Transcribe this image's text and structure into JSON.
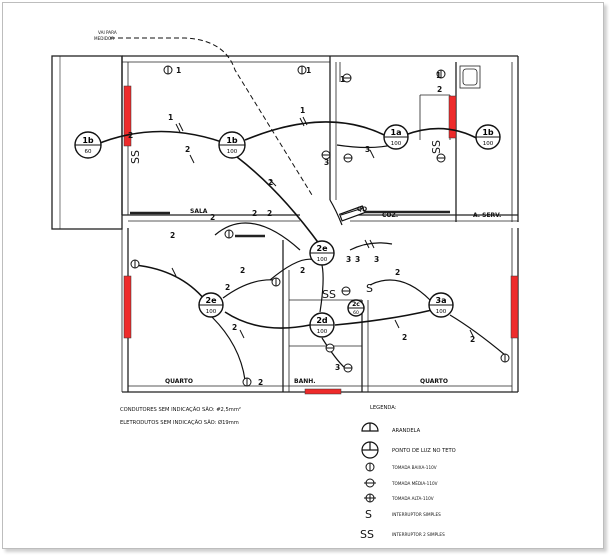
{
  "rooms": {
    "sala": "SALA",
    "coz": "COZ.",
    "a_serv": "A. SERV.",
    "quarto_left": "QUARTO",
    "quarto_right": "QUARTO",
    "banh": "BANH."
  },
  "meter_note": {
    "line1": "VAI PARA",
    "line2": "MEDIDOR"
  },
  "qd_label": "QD",
  "notes": {
    "line1": "CONDUTORES SEM INDICAÇÃO SÃO: #2,5mm²",
    "line2": "ELETRODUTOS SEM INDICAÇÃO SÃO: Ø19mm"
  },
  "legend": {
    "title": "LEGENDA:",
    "items": [
      {
        "symbol": "wall-lamp",
        "label": "ARANDELA"
      },
      {
        "symbol": "ceiling-light",
        "label": "PONTO DE LUZ NO TETO"
      },
      {
        "symbol": "outlet-low",
        "label": "TOMADA BAIXA-110V"
      },
      {
        "symbol": "outlet-mid",
        "label": "TOMADA MÉDIA-110V"
      },
      {
        "symbol": "outlet-high",
        "label": "TOMADA ALTA-110V"
      },
      {
        "symbol": "S",
        "label": "INTERRUPTOR SIMPLES"
      },
      {
        "symbol": "SS",
        "label": "INTERRUPTOR 2 SIMPLES"
      }
    ]
  },
  "fixtures": [
    {
      "id": "sala-left",
      "top": "1b",
      "bottom": "60"
    },
    {
      "id": "sala-center",
      "top": "1b",
      "bottom": "100"
    },
    {
      "id": "coz",
      "top": "1a",
      "bottom": "100"
    },
    {
      "id": "serv",
      "top": "1b",
      "bottom": "100"
    },
    {
      "id": "hall",
      "top": "2e",
      "bottom": "100"
    },
    {
      "id": "quarto-left",
      "top": "2e",
      "bottom": "100"
    },
    {
      "id": "banh",
      "top": "2d",
      "bottom": "100"
    },
    {
      "id": "banh-small",
      "top": "2c",
      "bottom": "60"
    },
    {
      "id": "quarto-right",
      "top": "3a",
      "bottom": "100"
    }
  ],
  "circuit_labels": [
    "1",
    "1",
    "1",
    "1",
    "1",
    "1",
    "2",
    "2",
    "2",
    "2",
    "2",
    "2",
    "2",
    "2",
    "2",
    "2",
    "2",
    "2",
    "3",
    "3",
    "3",
    "3",
    "2",
    "2",
    "3",
    "3",
    "2",
    "2"
  ]
}
